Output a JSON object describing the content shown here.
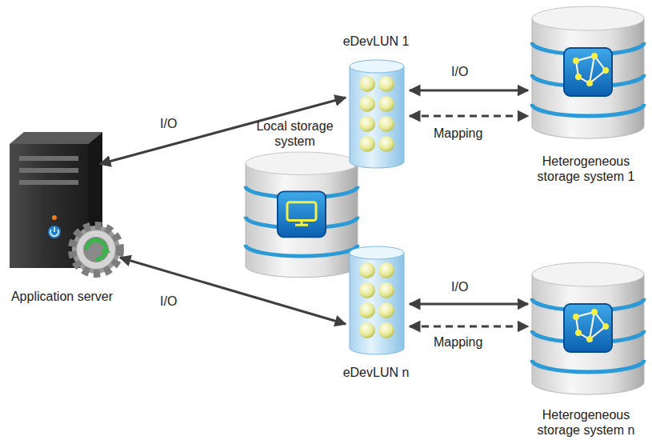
{
  "diagram": {
    "nodes": [
      {
        "text": [
          "Application server"
        ]
      },
      {
        "text": [
          "eDevLUN 1"
        ]
      },
      {
        "text": [
          "Local storage system"
        ]
      },
      {
        "text": [
          "eDevLUN n"
        ]
      },
      {
        "text": [
          "Heterogeneous storage system 1"
        ]
      },
      {
        "text": [
          "Heterogeneous storage system n"
        ]
      }
    ],
    "edges": [
      {
        "from": 0,
        "to": 1,
        "arrow": "both",
        "label": "I/O"
      },
      {
        "from": 0,
        "to": 3,
        "arrow": "both",
        "label": "I/O"
      },
      {
        "from": 1,
        "to": 4,
        "arrow": "both",
        "label": "I/O"
      },
      {
        "from": 1,
        "to": 4,
        "arrow": "both",
        "label": "Mapping"
      },
      {
        "from": 3,
        "to": 5,
        "arrow": "both",
        "label": "I/O"
      },
      {
        "from": 3,
        "to": 5,
        "arrow": "both",
        "label": "Mapping"
      }
    ]
  }
}
